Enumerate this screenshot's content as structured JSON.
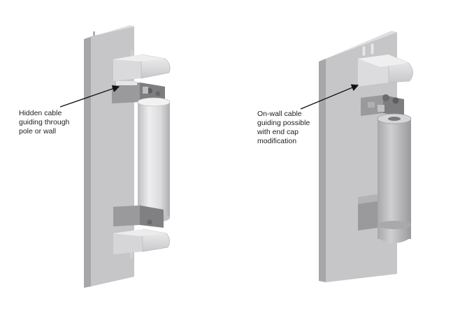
{
  "callouts": {
    "left": [
      "Hidden cable",
      "guiding through",
      "pole or wall"
    ],
    "right": [
      "On-wall cable",
      "guiding possible",
      "with end cap",
      "modification"
    ]
  },
  "colors": {
    "wall_front": "#c9c9cb",
    "wall_side": "#a9a9ab",
    "cylinder_light": "#e8e8e9",
    "cylinder_dark": "#b8b8ba",
    "bracket_light": "#e2e2e4",
    "bracket_dark": "#8a8a8d",
    "arrow": "#111111"
  }
}
